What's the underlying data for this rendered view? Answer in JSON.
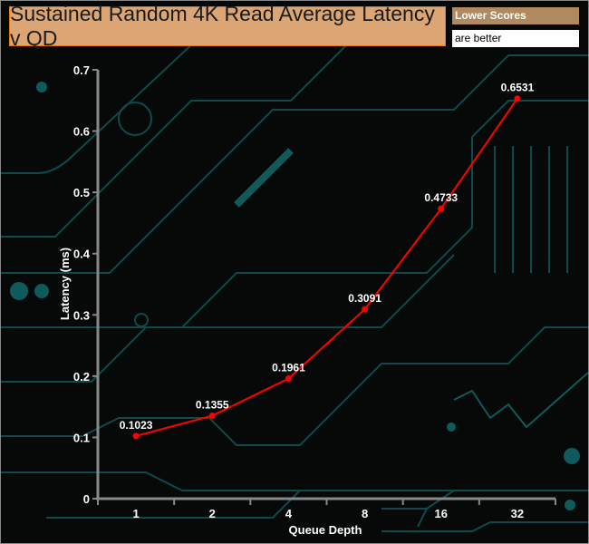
{
  "chart_data": {
    "type": "line",
    "title": "Sustained Random 4K Read Average Latency v QD",
    "note": [
      "Lower Scores",
      "are better"
    ],
    "xlabel": "Queue Depth",
    "ylabel": "Latency (ms)",
    "categories": [
      "1",
      "2",
      "4",
      "8",
      "16",
      "32"
    ],
    "series": [
      {
        "name": "Latency",
        "values": [
          0.1023,
          0.1355,
          0.1961,
          0.3091,
          0.4733,
          0.6531
        ],
        "labels": [
          "0.1023",
          "0.1355",
          "0.1961",
          "0.3091",
          "0.4733",
          "0.6531"
        ],
        "color": "#ff0000"
      }
    ],
    "ylim": [
      0,
      0.7
    ],
    "yticks": [
      "0",
      "0.1",
      "0.2",
      "0.3",
      "0.4",
      "0.5",
      "0.6",
      "0.7"
    ],
    "grid": false,
    "legend": "none"
  }
}
